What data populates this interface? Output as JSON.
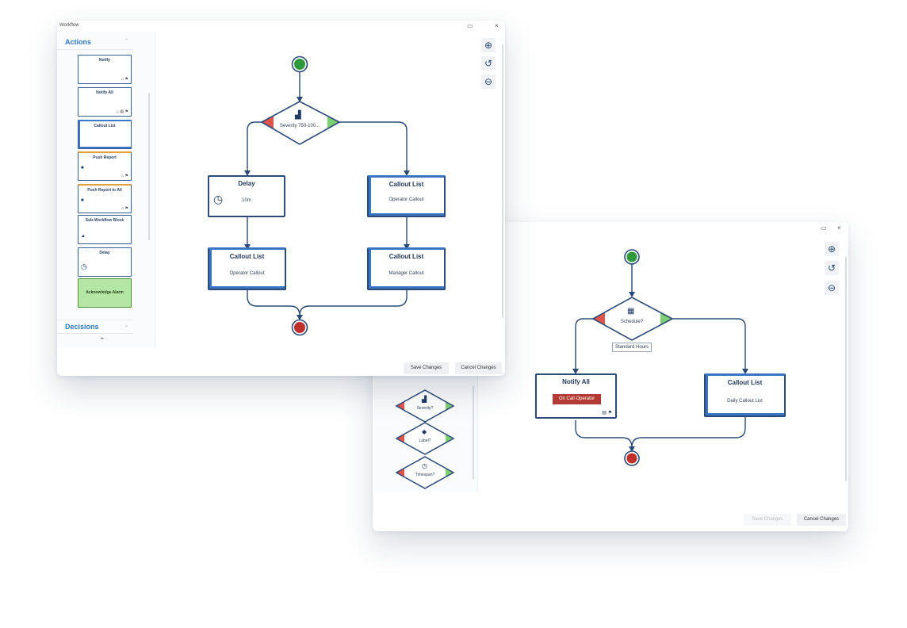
{
  "front_window": {
    "title": "Workflow",
    "maximize_icon": "maximize-icon",
    "close_icon": "close-icon",
    "sidebar": {
      "actions_header": "Actions",
      "decisions_header": "Decisions",
      "expand_icon": "chevron-up-icon",
      "cards": [
        {
          "label": "Notify"
        },
        {
          "label": "Notify All"
        },
        {
          "label": "Callout List"
        },
        {
          "label": "Push Report"
        },
        {
          "label": "Push Report to All"
        },
        {
          "label": "Sub-Workflow Block"
        },
        {
          "label": "Delay"
        },
        {
          "label": "Acknowledge Alarm"
        }
      ]
    },
    "toolbar": {
      "zoom_in": "zoom-in-icon",
      "reset": "undo-icon",
      "zoom_out": "zoom-out-icon"
    },
    "flow": {
      "decision_label": "Severity 750-100...",
      "delay_title": "Delay",
      "delay_value": "10m",
      "callout_right_title": "Callout List",
      "callout_right_sub": "Operator Callout",
      "callout_bl_title": "Callout List",
      "callout_bl_sub": "Operator Callout",
      "callout_br_title": "Callout List",
      "callout_br_sub": "Manager Callout"
    },
    "save_label": "Save Changes",
    "cancel_label": "Cancel Changes"
  },
  "back_window": {
    "maximize_icon": "maximize-icon",
    "close_icon": "close-icon",
    "sidebar": {
      "decisions": [
        {
          "label": "Severity?"
        },
        {
          "label": "Label?"
        },
        {
          "label": "Timespan?"
        }
      ]
    },
    "toolbar": {
      "zoom_in": "zoom-in-icon",
      "reset": "undo-icon",
      "zoom_out": "zoom-out-icon"
    },
    "flow": {
      "decision_label": "Schedule?",
      "decision_tag": "Standard Hours",
      "notify_title": "Notify All",
      "notify_tag": "On Call Operator",
      "callout_title": "Callout List",
      "callout_sub": "Daily Callout List"
    },
    "save_label": "Save Changes",
    "cancel_label": "Cancel Changes"
  },
  "colors": {
    "start": "#2e9a3a",
    "end": "#c0302b",
    "node_border": "#2c4a76",
    "accent_blue": "#3a74c2",
    "decision_no": "#e0564f",
    "decision_yes": "#7ccf72"
  }
}
